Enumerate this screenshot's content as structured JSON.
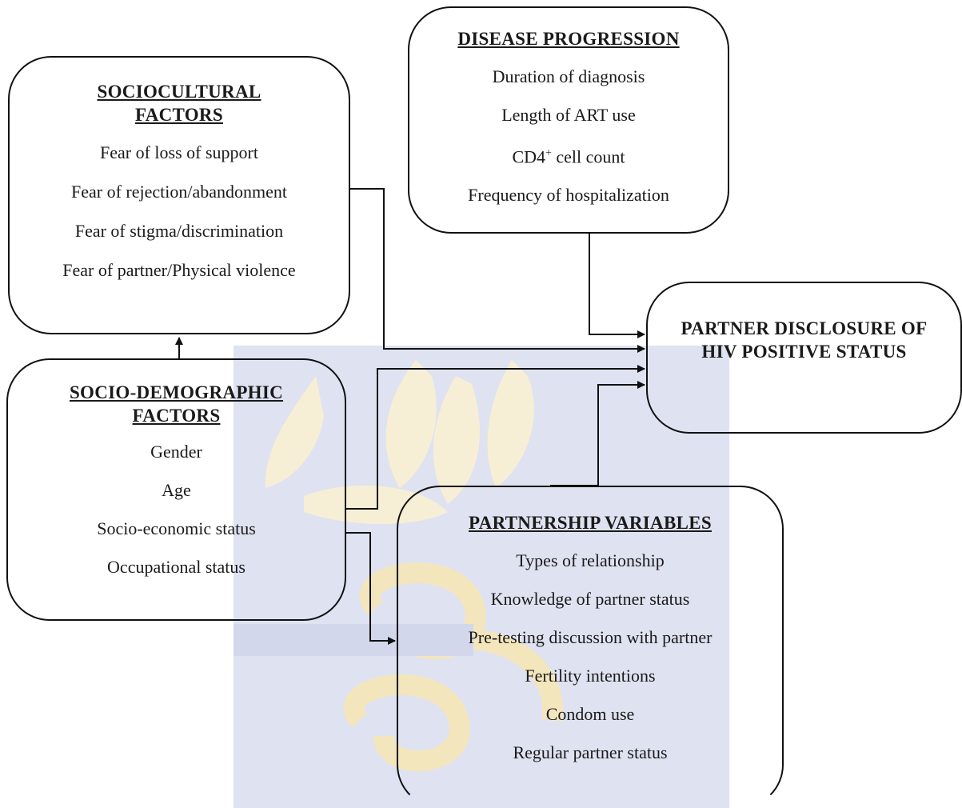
{
  "sociocultural": {
    "title": "SOCIOCULTURAL FACTORS",
    "items": [
      "Fear of loss of support",
      "Fear of rejection/abandonment",
      "Fear of stigma/discrimination",
      "Fear of partner/Physical violence"
    ]
  },
  "disease_progression": {
    "title": "DISEASE PROGRESSION",
    "items": [
      "Duration of diagnosis",
      "Length of ART use",
      "CD4",
      "Frequency of hospitalization"
    ],
    "cd4_superscript": "+",
    "cd4_suffix": " cell count"
  },
  "outcome": {
    "title": "PARTNER DISCLOSURE OF HIV POSITIVE STATUS"
  },
  "socio_demographic": {
    "title": "SOCIO-DEMOGRAPHIC FACTORS",
    "items": [
      "Gender",
      "Age",
      "Socio-economic status",
      "Occupational status"
    ]
  },
  "partnership": {
    "title": "PARTNERSHIP VARIABLES",
    "items": [
      "Types of relationship",
      "Knowledge of partner status",
      "Pre-testing discussion with partner",
      "Fertility intentions",
      "Condom use",
      "Regular partner status"
    ]
  },
  "colors": {
    "watermark_blue": "#c9cde6",
    "watermark_gold": "#f5eccd",
    "line": "#111111"
  }
}
